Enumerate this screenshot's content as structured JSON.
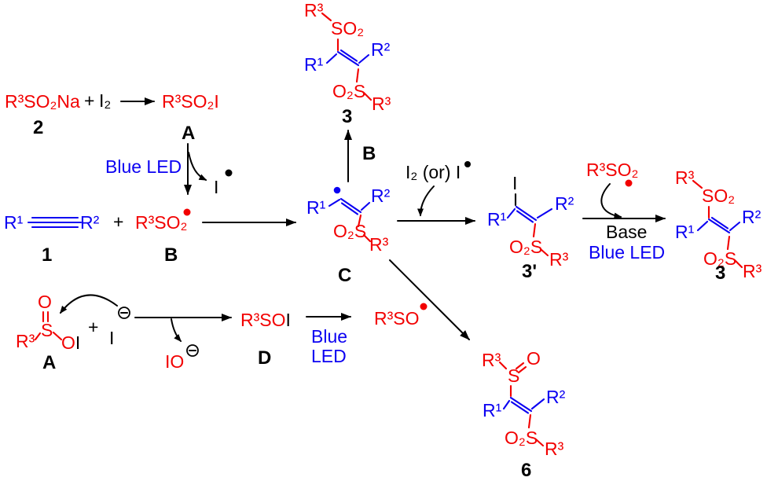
{
  "colors": {
    "red": "#f20000",
    "blue": "#0b00f2",
    "blk": "#000000",
    "bg": "#ffffff"
  },
  "scheme": {
    "top_equation": {
      "sulfinate": "R³SO₂Na",
      "plus": "+",
      "iodine": "I₂",
      "sulfonyl_iodide": "R³SO₂I",
      "label_2": "2",
      "label_a": "A"
    },
    "initiation": {
      "blue_led": "Blue LED",
      "iodine_radical": "I"
    },
    "alkyne_row": {
      "r1": "R¹",
      "r2": "R²",
      "label_1": "1",
      "plus": "+",
      "sulfonyl_radical": "R³SO₂",
      "label_b": "B"
    },
    "intermediate_c": {
      "r1": "R¹",
      "r2": "R²",
      "o2s": "O₂S",
      "r3": "R³",
      "label": "C"
    },
    "product_3_top": {
      "r3_top": "R³",
      "so2": "SO₂",
      "r1": "R¹",
      "r2": "R²",
      "o2s": "O₂S",
      "r3_bottom": "R³",
      "label": "3",
      "arrow_label": "B"
    },
    "iodination": {
      "reagent": "I₂ (or) I"
    },
    "product_3_prime": {
      "iodine": "I",
      "r1": "R¹",
      "r2": "R²",
      "o2s": "O₂S",
      "r3": "R³",
      "label": "3'"
    },
    "elimination": {
      "sulfonyl_radical": "R³SO₂",
      "base": "Base",
      "blue_led": "Blue LED"
    },
    "product_3_right": {
      "r3_top": "R³",
      "so2": "SO₂",
      "r1": "R¹",
      "r2": "R²",
      "o2s": "O₂S",
      "r3_bottom": "R³",
      "label": "3"
    },
    "sulfinyl_path": {
      "o_top": "O",
      "s": "S",
      "r3": "R³",
      "o_bridge": "O",
      "iodine": "I",
      "label_a": "A",
      "plus": "+",
      "iodide": "I",
      "hypoiodite": "IO",
      "r3so": "R³SO",
      "iodine_d": "I",
      "label_d": "D",
      "blue": "Blue",
      "led": "LED",
      "sulfinyl_radical": "R³SO"
    },
    "product_6": {
      "r3_top": "R³",
      "s": "S",
      "o": "O",
      "r1": "R¹",
      "r2": "R²",
      "o2s": "O₂S",
      "r3_bottom": "R³",
      "label": "6"
    }
  }
}
